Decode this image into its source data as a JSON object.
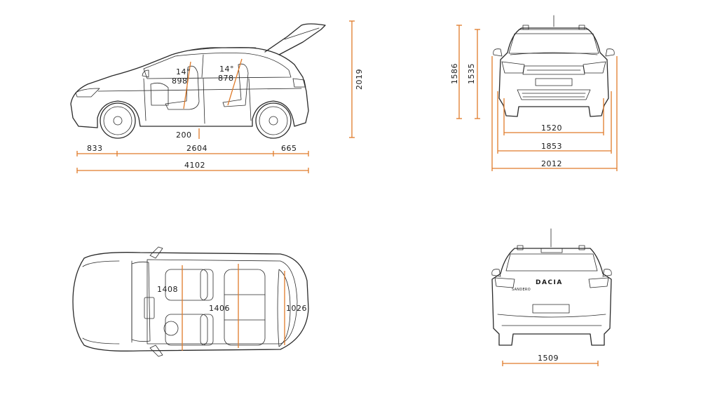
{
  "side_view": {
    "seat_angle_front": "14°",
    "seat_depth_front": "898",
    "seat_angle_rear": "14°",
    "seat_depth_rear": "878",
    "ground_clearance": "200",
    "front_overhang": "833",
    "wheelbase": "2604",
    "rear_overhang": "665",
    "overall_length": "4102",
    "height_with_tailgate": "2019"
  },
  "front_view": {
    "height_with_rails": "1586",
    "height": "1535",
    "front_track": "1520",
    "width": "1853",
    "width_with_mirrors": "2012"
  },
  "top_view": {
    "front_interior_width": "1408",
    "rear_interior_width": "1406",
    "boot_width": "1026"
  },
  "rear_view": {
    "badge": "DACIA",
    "model_script": "SANDERO",
    "rear_track": "1509"
  },
  "colors": {
    "dimension_lines": "#e07b2a",
    "outline": "#2a2a2a"
  }
}
